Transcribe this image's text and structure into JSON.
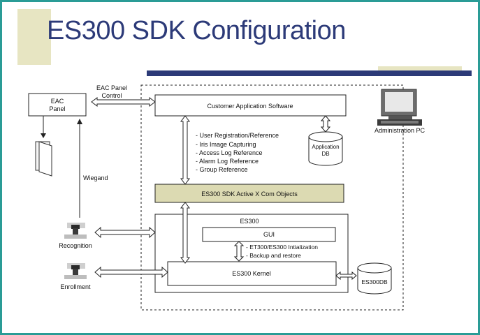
{
  "title": "ES300 SDK Configuration",
  "colors": {
    "frame": "#2a9c96",
    "title": "#2c3a78",
    "rule": "#2c3a78",
    "accent": "#e7e5c2",
    "sdk_box": "#dcdab2"
  },
  "diagram": {
    "eac_panel": [
      "EAC",
      "Panel"
    ],
    "eac_panel_control": [
      "EAC Panel",
      "Control"
    ],
    "customer_app": "Customer Application Software",
    "application_db": [
      "Application",
      "DB"
    ],
    "administration_pc": "Administration PC",
    "sdk_functions": [
      "- User Registration/Reference",
      "- Iris Image Capturing",
      "- Access Log Reference",
      "- Alarm Log Reference",
      "- Group Reference"
    ],
    "wiegand": "Wiegand",
    "sdk_objects": "ES300 SDK Active X Com Objects",
    "es300": "ES300",
    "gui": "GUI",
    "kernel_functions": [
      "- ET300/ES300 Intialization",
      "- Backup and restore"
    ],
    "kernel": "ES300 Kernel",
    "es300db": "ES300DB",
    "recognition": "Recognition",
    "enrollment": "Enrollment",
    "icons": {
      "admin_pc": "computer-icon",
      "door": "door-icon",
      "recognition_device": "iris-camera-icon",
      "enrollment_device": "iris-camera-icon"
    }
  }
}
